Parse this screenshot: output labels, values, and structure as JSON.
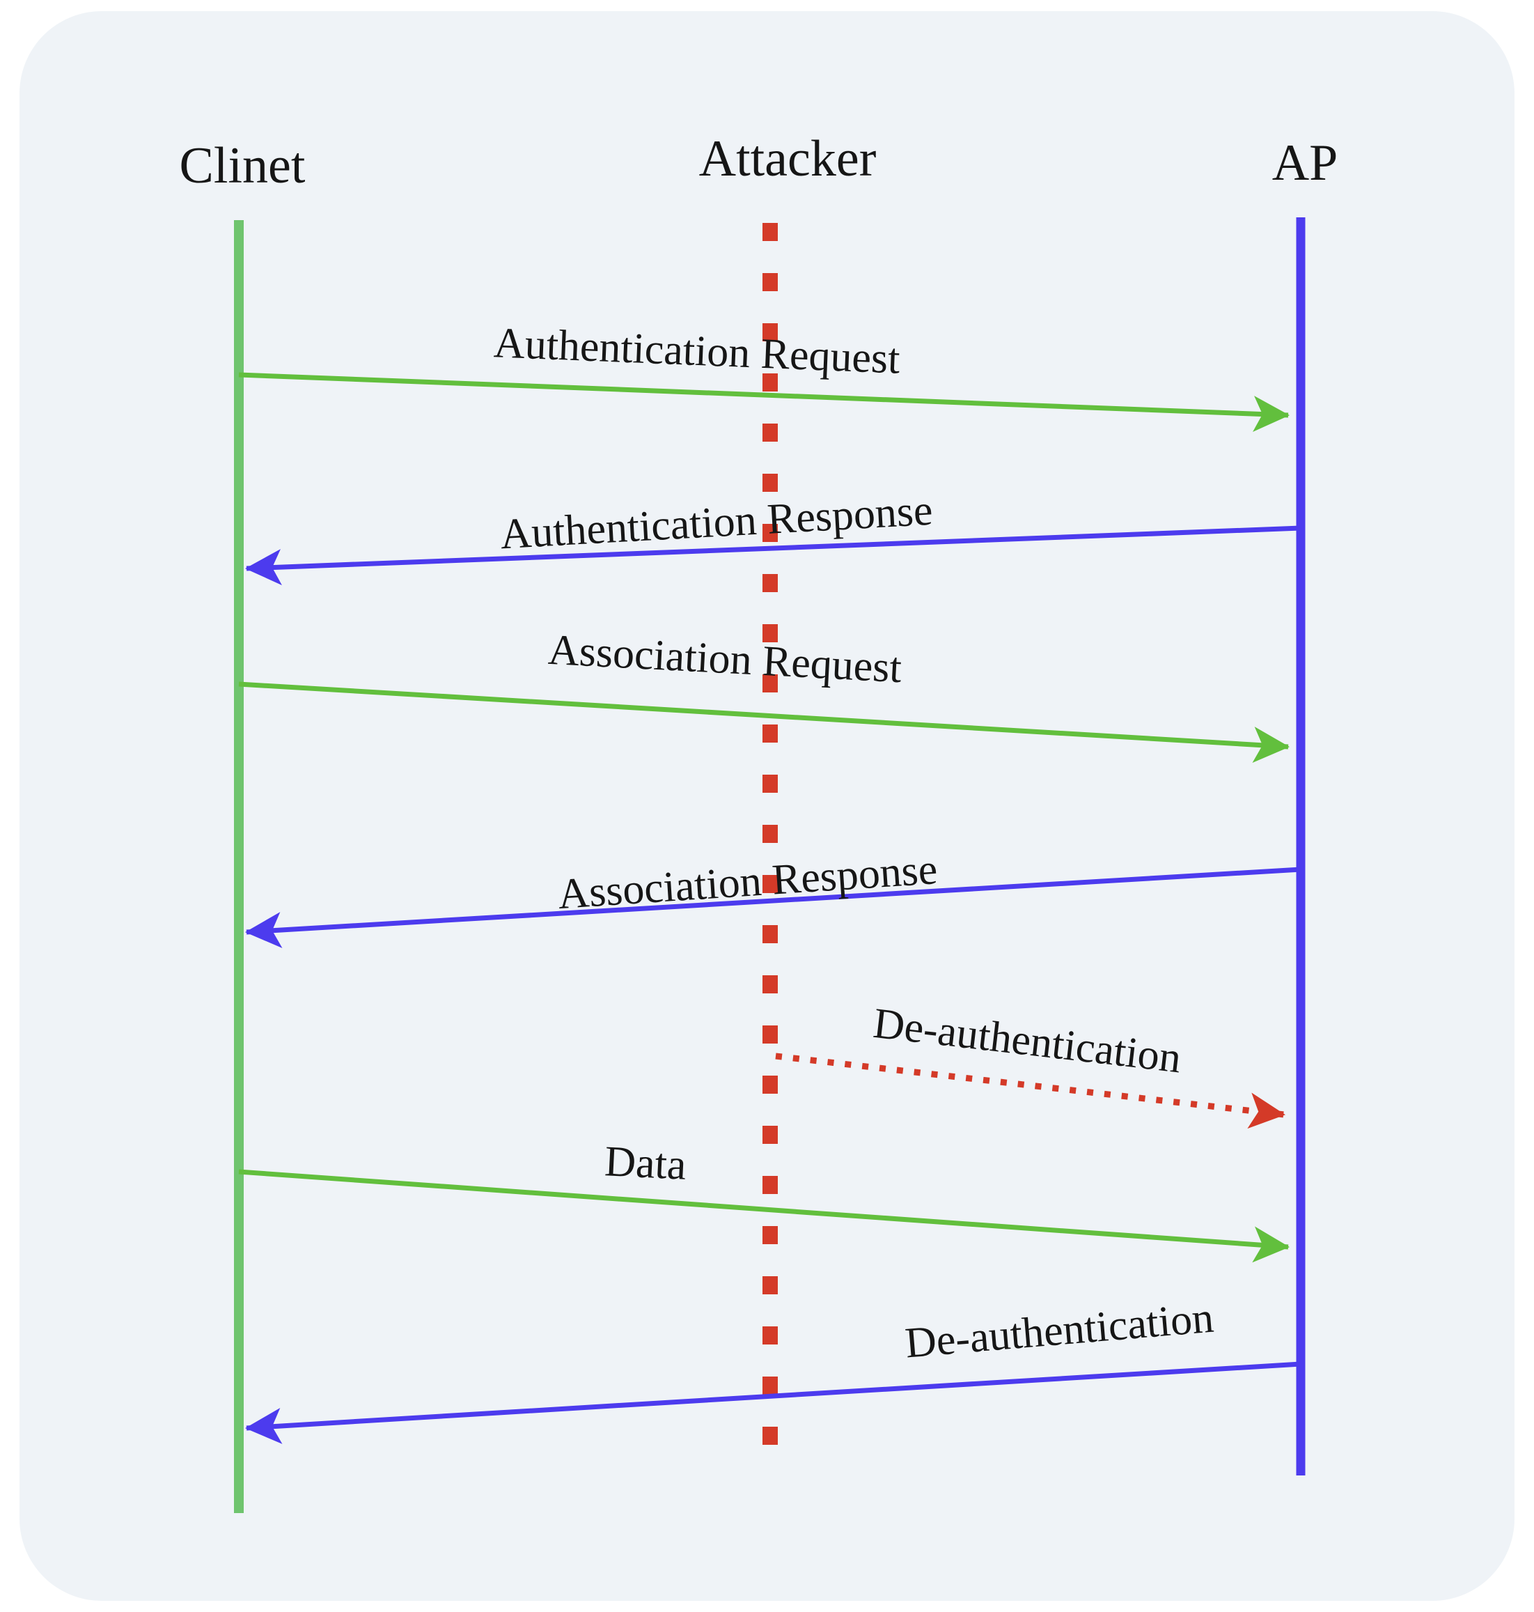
{
  "diagram": {
    "type": "sequence-diagram",
    "actors": [
      {
        "id": "client",
        "label": "Clinet"
      },
      {
        "id": "attacker",
        "label": "Attacker"
      },
      {
        "id": "ap",
        "label": "AP"
      }
    ],
    "messages": [
      {
        "label": "Authentication Request",
        "from": "Clinet",
        "to": "AP",
        "line": "solid",
        "color": "green"
      },
      {
        "label": "Authentication Response",
        "from": "AP",
        "to": "Clinet",
        "line": "solid",
        "color": "blue"
      },
      {
        "label": "Association Request",
        "from": "Clinet",
        "to": "AP",
        "line": "solid",
        "color": "green"
      },
      {
        "label": "Association Response",
        "from": "AP",
        "to": "Clinet",
        "line": "solid",
        "color": "blue"
      },
      {
        "label": "De-authentication",
        "from": "Attacker",
        "to": "AP",
        "line": "dotted",
        "color": "red"
      },
      {
        "label": "Data",
        "from": "Clinet",
        "to": "AP",
        "line": "solid",
        "color": "green"
      },
      {
        "label": "De-authentication",
        "from": "AP",
        "to": "Clinet",
        "line": "solid",
        "color": "blue"
      }
    ],
    "colors": {
      "lifeline_green": "#6fc46e",
      "arrow_green": "#62bf3d",
      "blue": "#4c3bee",
      "red": "#d43a28",
      "text": "#161616",
      "card_bg": "#eff3f7"
    }
  }
}
